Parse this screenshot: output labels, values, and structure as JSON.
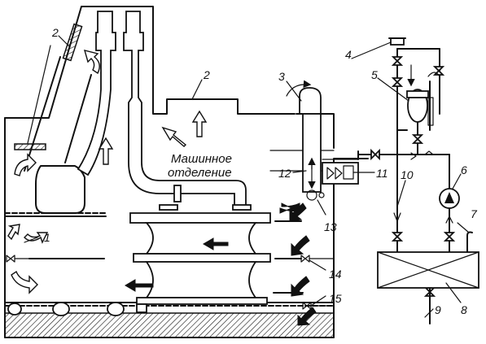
{
  "diagram": {
    "room_caption_line1": "Машинное",
    "room_caption_line2": "отделение",
    "callouts": {
      "c1": "1",
      "c2a": "2",
      "c2b": "2",
      "c3": "3",
      "c4": "4",
      "c5": "5",
      "c6": "6",
      "c7": "7",
      "c8": "8",
      "c9": "9",
      "c10": "10",
      "c11": "11",
      "c12": "12",
      "c13": "13",
      "c14": "14",
      "c15": "15"
    }
  }
}
